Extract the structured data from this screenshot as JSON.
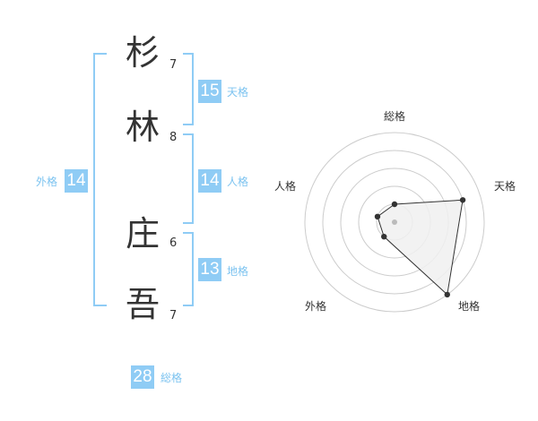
{
  "name": {
    "characters": [
      {
        "char": "杉",
        "strokes": "7"
      },
      {
        "char": "林",
        "strokes": "8"
      },
      {
        "char": "庄",
        "strokes": "6"
      },
      {
        "char": "吾",
        "strokes": "7"
      }
    ]
  },
  "fortune": {
    "tenkaku": {
      "value": "15",
      "label": "天格"
    },
    "jinkaku": {
      "value": "14",
      "label": "人格"
    },
    "chikaku": {
      "value": "13",
      "label": "地格"
    },
    "gaikaku": {
      "value": "14",
      "label": "外格"
    },
    "soukaku": {
      "value": "28",
      "label": "総格"
    }
  },
  "radar": {
    "axes": [
      "総格",
      "天格",
      "地格",
      "外格",
      "人格"
    ],
    "levels": 5,
    "values": [
      1,
      4,
      5,
      1,
      1
    ],
    "colors": {
      "ring": "#cccccc",
      "fill": "#f0f0f0",
      "line": "#333333",
      "center": "#bbbbbb"
    }
  },
  "colors": {
    "accent": "#8fccf5",
    "accent_text": "#7cc3f0",
    "text": "#333333"
  }
}
